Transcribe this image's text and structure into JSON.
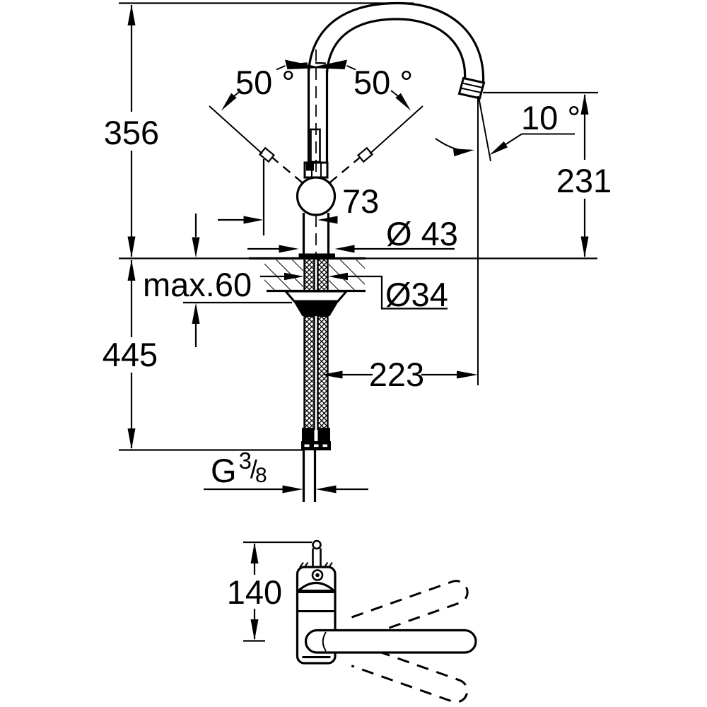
{
  "drawing": {
    "title": "kitchen-faucet-dimensional-drawing",
    "colors": {
      "background": "#ffffff",
      "line": "#000000"
    },
    "dims": {
      "total_height": "356",
      "swivel_left": "50 °",
      "swivel_right": "50 °",
      "outlet_angle": "10 °",
      "spout_height": "231",
      "handle_offset": "73",
      "base_diameter": "Ø 43",
      "deck_thickness": "max.60",
      "shank_diameter": "Ø34",
      "below_deck_length": "445",
      "spout_reach": "223",
      "thread_g": "G",
      "thread_numerator": "3",
      "thread_slash": "/",
      "thread_denominator": "8",
      "handle_depth": "140"
    }
  }
}
